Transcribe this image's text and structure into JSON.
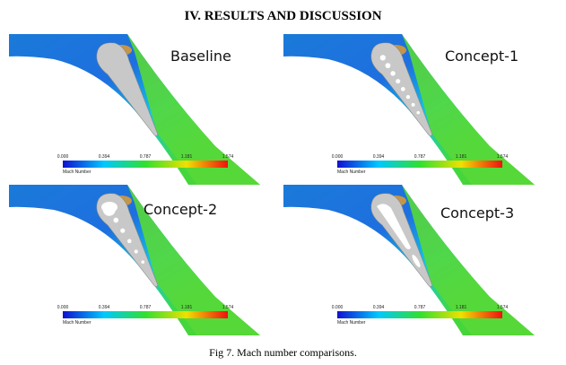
{
  "section_title": "IV. RESULTS AND DISCUSSION",
  "caption": "Fig 7. Mach number comparisons.",
  "colorbar": {
    "ticks": [
      "0.000",
      "0.394",
      "0.787",
      "1.181",
      "1.574"
    ],
    "label": "Mach Number",
    "colors": [
      "#1010d0",
      "#00c8ff",
      "#30e030",
      "#f0e000",
      "#f01010"
    ]
  },
  "panels": [
    {
      "label": "Baseline",
      "holes": 0
    },
    {
      "label": "Concept-1",
      "holes": 8
    },
    {
      "label": "Concept-2",
      "holes": 6
    },
    {
      "label": "Concept-3",
      "holes": 3
    }
  ]
}
